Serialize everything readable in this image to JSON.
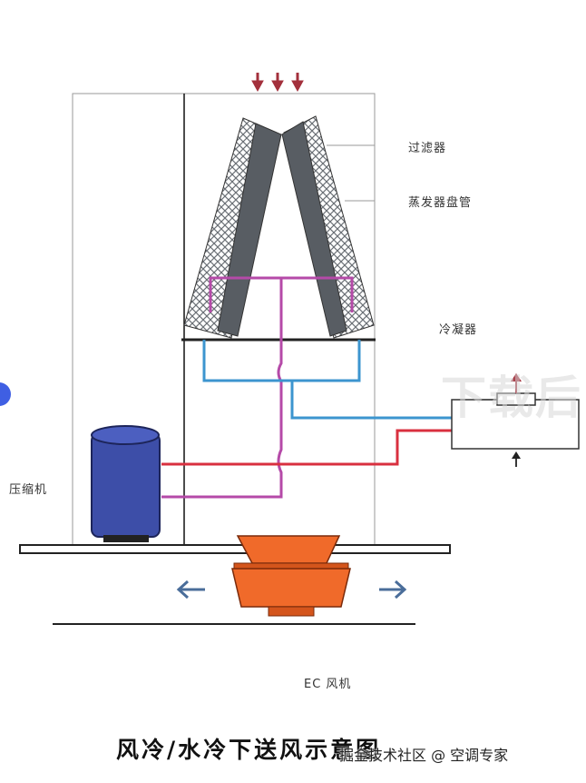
{
  "labels": {
    "filter": "过滤器",
    "evaporator": "蒸发器盘管",
    "condenser": "冷凝器",
    "compressor": "压缩机",
    "ec_fan": "EC 风机"
  },
  "title": "风冷/水冷下送风示意图",
  "watermark": "下载后",
  "credit": "掘金技术社区 @ 空调专家",
  "colors": {
    "refrigerant_hot": "#d9303f",
    "refrigerant_suction": "#b54aa8",
    "liquid_line": "#3c95cf",
    "compressor": "#3d4ea8",
    "fan": "#f06a2a",
    "coil": "#555a60",
    "airflow_in": "#a3303c",
    "airflow_out": "#4a6d9a"
  }
}
